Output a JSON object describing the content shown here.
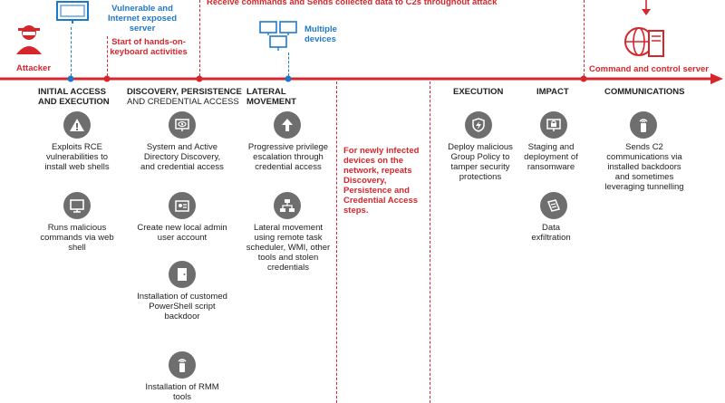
{
  "top": {
    "banner": "Receive commands and Sends collected data to C2s throughout attack",
    "attacker": "Attacker",
    "exposed_server": "Vulnerable and Internet exposed server",
    "hands_on": "Start of hands-on-keyboard activities",
    "multiple_devices": "Multiple devices",
    "c2_server": "Command and control server"
  },
  "columns": {
    "initial": {
      "head_line1": "INITIAL ACCESS",
      "head_line2": "AND EXECUTION",
      "item1": "Exploits RCE vulnerabilities to install web shells",
      "item2": "Runs malicious commands via web shell"
    },
    "discovery": {
      "head_line1": "DISCOVERY, PERSISTENCE",
      "head_line2": "AND CREDENTIAL ACCESS",
      "item1": "System and Active Directory Discovery, and credential access",
      "item2": "Create new local admin user account",
      "item3": "Installation of customed PowerShell script backdoor",
      "item4": "Installation of RMM tools"
    },
    "lateral": {
      "head": "LATERAL MOVEMENT",
      "item1": "Progressive privilege escalation through credential access",
      "item2": "Lateral movement using remote task scheduler, WMI, other tools and stolen credentials"
    },
    "note": "For newly infected devices on the network, repeats Discovery, Persistence and Credential Access steps.",
    "execution": {
      "head": "EXECUTION",
      "item1": "Deploy malicious Group Policy to tamper security protections"
    },
    "impact": {
      "head": "IMPACT",
      "item1": "Staging and deployment of ransomware",
      "item2": "Data exfiltration"
    },
    "communications": {
      "head": "COMMUNICATIONS",
      "item1": "Sends C2 communications via installed backdoors and sometimes leveraging tunnelling"
    }
  },
  "colors": {
    "red": "#d6262c",
    "blue": "#1f79c9",
    "icon_bg": "#6e6e6e"
  }
}
